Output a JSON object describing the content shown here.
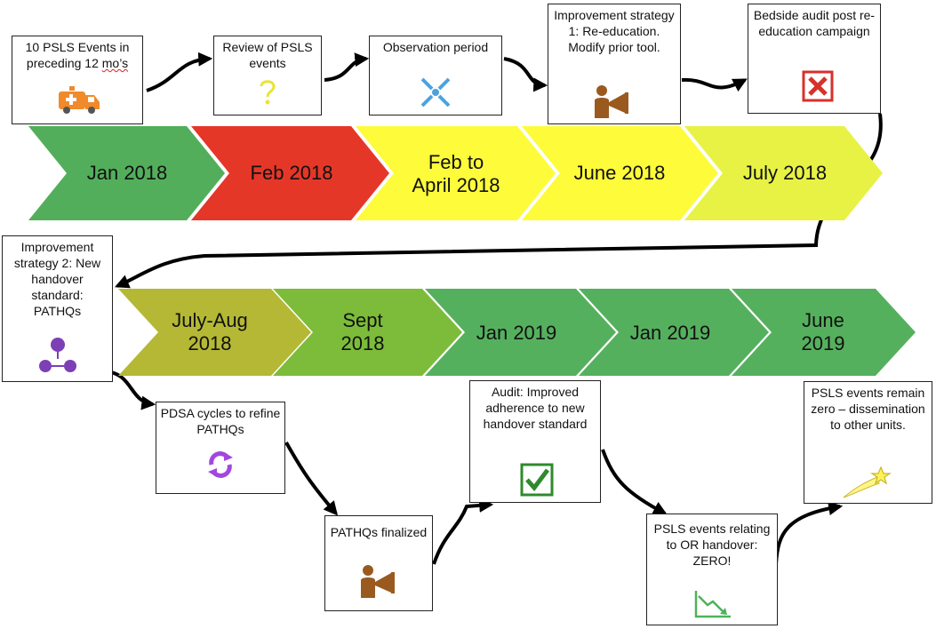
{
  "colors": {
    "green": "#52ae5b",
    "red": "#e53728",
    "yellow": "#fefb3a",
    "yellow_green": "#e7f245",
    "olive": "#b5b834",
    "light_green": "#7cbc3a",
    "mid_green": "#55b05e"
  },
  "timeline_row1": [
    {
      "label": "Jan 2018",
      "color": "green"
    },
    {
      "label": "Feb 2018",
      "color": "red"
    },
    {
      "label": "Feb to\nApril 2018",
      "color": "yellow"
    },
    {
      "label": "June 2018",
      "color": "yellow"
    },
    {
      "label": "July 2018",
      "color": "yellow_green"
    }
  ],
  "timeline_row2": [
    {
      "label": "July-Aug\n2018",
      "color": "olive"
    },
    {
      "label": "Sept\n2018",
      "color": "light_green"
    },
    {
      "label": "Jan 2019",
      "color": "mid_green"
    },
    {
      "label": "Jan 2019",
      "color": "mid_green"
    },
    {
      "label": "June\n2019",
      "color": "mid_green"
    }
  ],
  "boxes": {
    "pre_events": {
      "line1": "10 PSLS Events in",
      "line2_a": "preceding 12 ",
      "line2_b": "mo’s",
      "icon": "ambulance-icon"
    },
    "review": {
      "text": "Review of PSLS events",
      "icon": "question-mark-icon"
    },
    "observation": {
      "text": "Observation period",
      "icon": "converging-arrows-icon"
    },
    "strategy1": {
      "text": "Improvement strategy 1: Re-education. Modify prior tool.",
      "icon": "megaphone-person-icon"
    },
    "bedside_audit": {
      "text": "Bedside audit post re-education campaign",
      "icon": "x-mark-icon"
    },
    "strategy2": {
      "text": "Improvement strategy 2: New handover standard: PATHQs",
      "icon": "people-network-icon"
    },
    "pdsa": {
      "text": "PDSA cycles to refine PATHQs",
      "icon": "cycle-arrows-icon"
    },
    "finalized": {
      "text": "PATHQs finalized",
      "icon": "megaphone-person-icon"
    },
    "audit_improved": {
      "text": "Audit: Improved adherence to new handover standard",
      "icon": "checkmark-icon"
    },
    "zero_events": {
      "text": "PSLS events relating to OR handover: ZERO!",
      "icon": "downward-trend-icon"
    },
    "dissemination": {
      "text": "PSLS events remain zero – dissemination to other units.",
      "icon": "shooting-star-icon"
    }
  }
}
